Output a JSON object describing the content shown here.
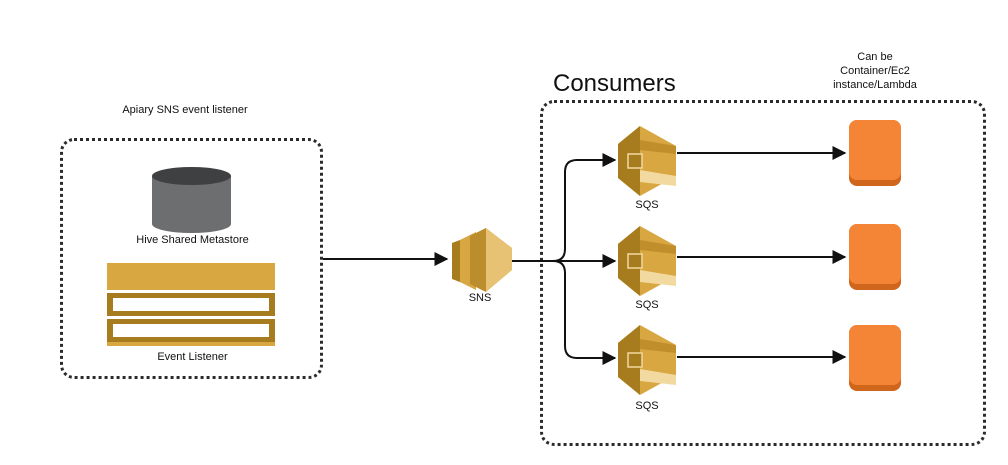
{
  "listener_group": {
    "title": "Apiary SNS event listener",
    "metastore_label": "Hive Shared Metastore",
    "event_listener_label": "Event Listener"
  },
  "consumers": {
    "title": "Consumers",
    "note_line1": "Can be",
    "note_line2": "Container/Ec2",
    "note_line3": "instance/Lambda",
    "queues": [
      {
        "label": "SQS"
      },
      {
        "label": "SQS"
      },
      {
        "label": "SQS"
      }
    ]
  },
  "sns": {
    "label": "SNS"
  },
  "colors": {
    "aws_gold": "#d9a741",
    "aws_gold_dark": "#a67c1e",
    "aws_gold_light": "#f2d9a0",
    "compute_orange": "#f58536",
    "compute_orange_dark": "#d0661b",
    "cylinder_gray": "#6d6e70",
    "border": "#2b2b2b"
  }
}
